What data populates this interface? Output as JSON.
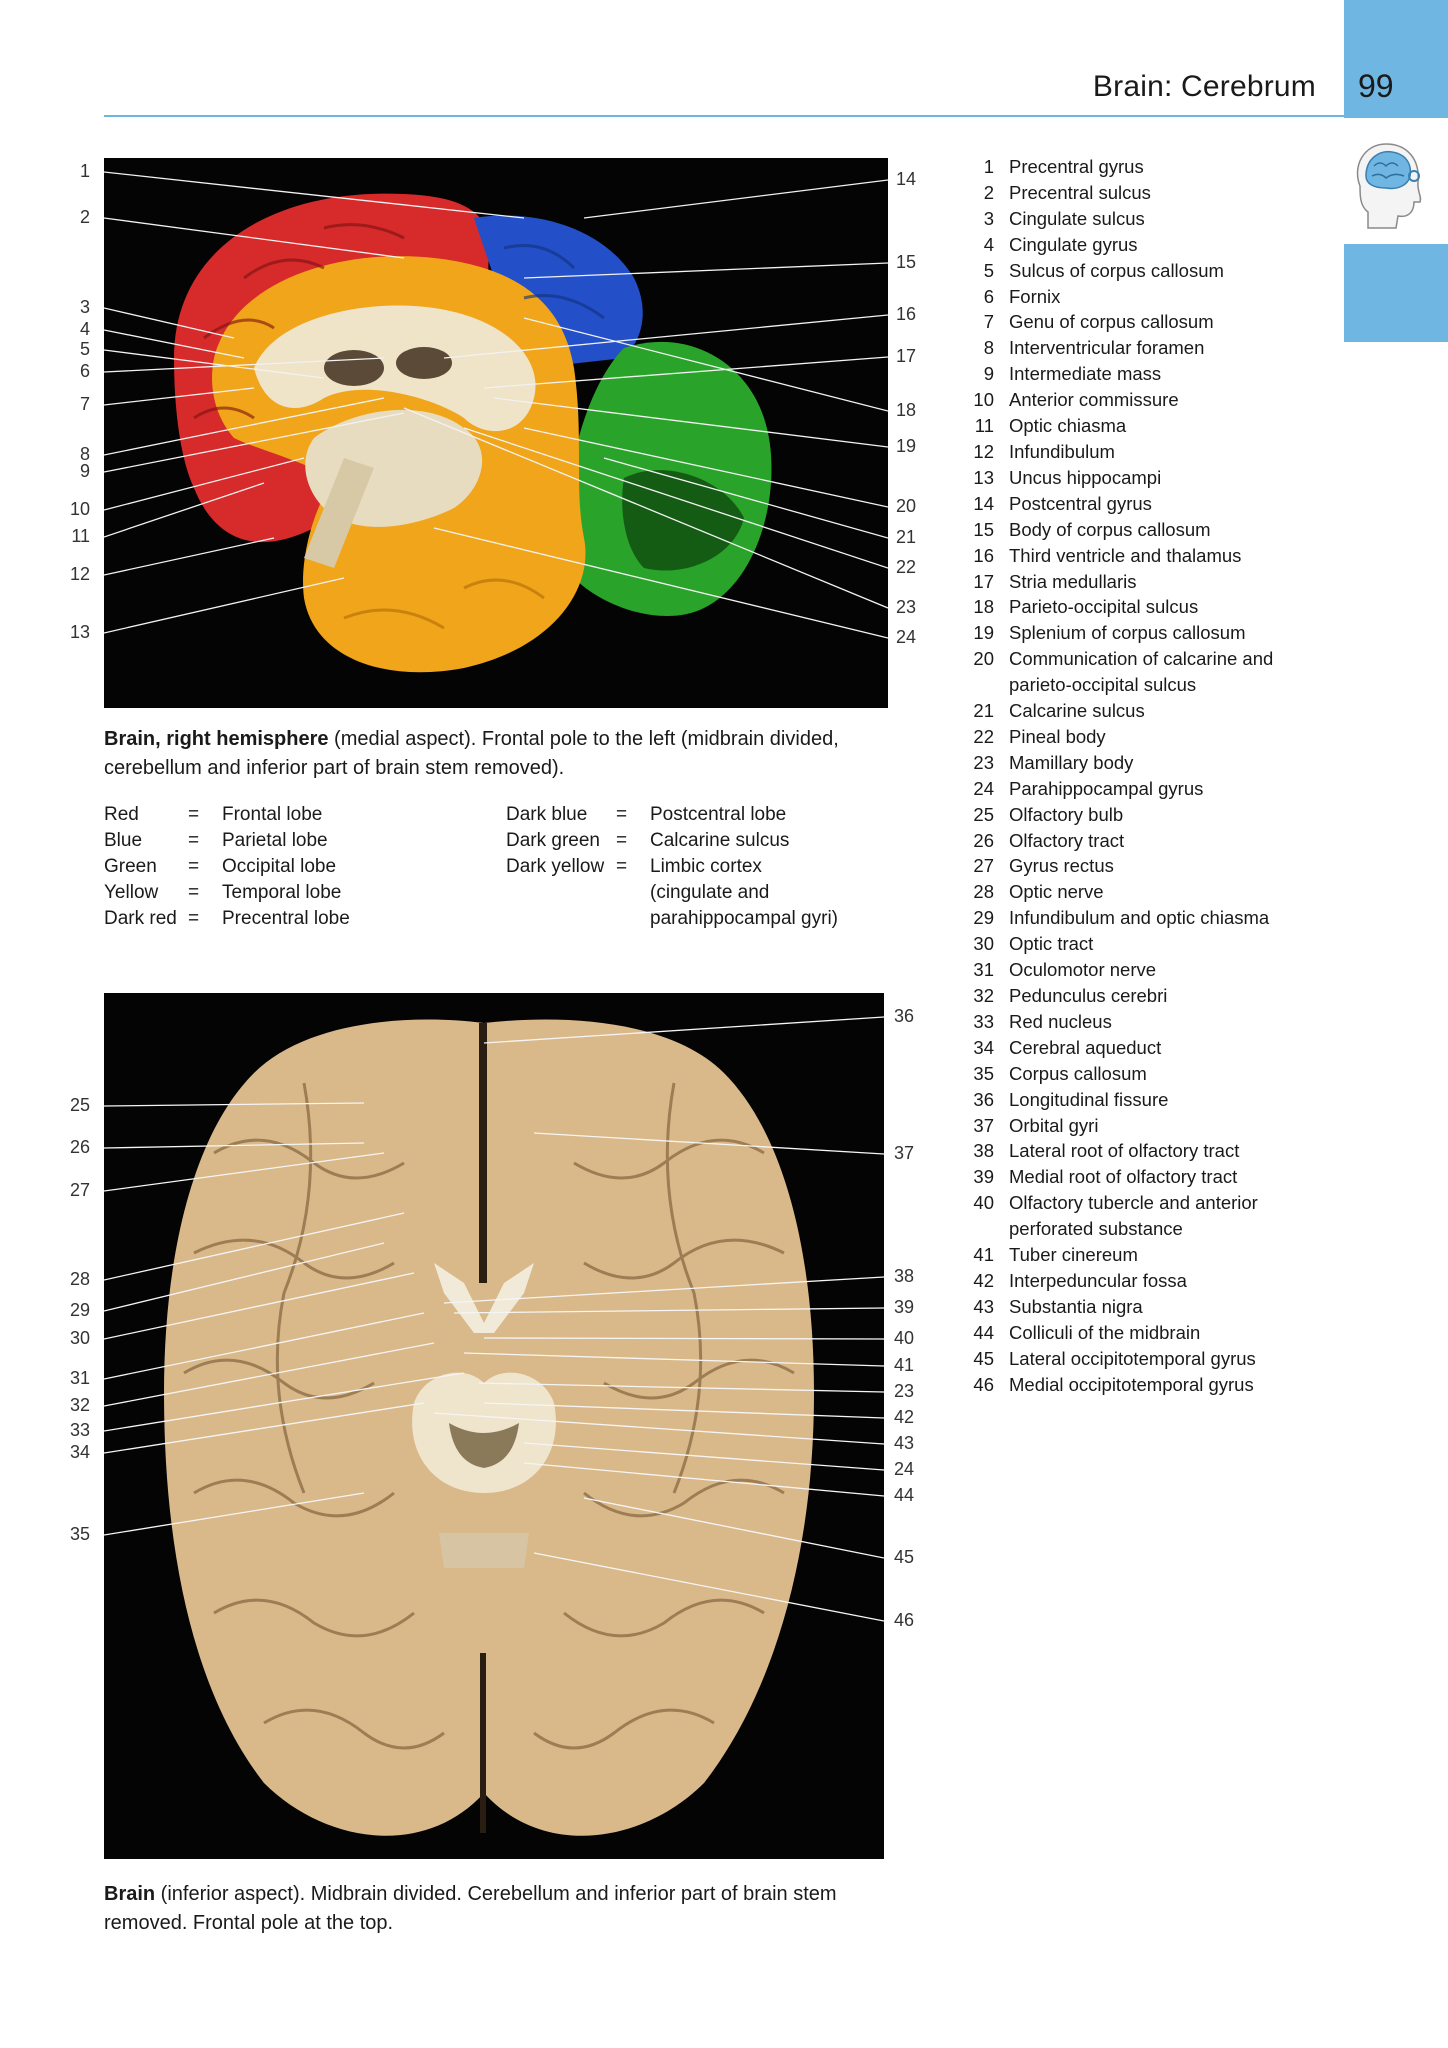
{
  "header": {
    "chapter_title": "Brain: Cerebrum",
    "page_number": "99",
    "accent_color": "#6fb6e3"
  },
  "thumbnail": {
    "icon": "head-brain-icon"
  },
  "figure_medial": {
    "left_labels": [
      "1",
      "2",
      "3",
      "4",
      "5",
      "6",
      "7",
      "8",
      "9",
      "10",
      "11",
      "12",
      "13"
    ],
    "right_labels": [
      "14",
      "15",
      "16",
      "17",
      "18",
      "19",
      "20",
      "21",
      "22",
      "23",
      "24"
    ],
    "caption_bold": "Brain, right hemisphere",
    "caption_rest": " (medial aspect). Frontal pole to the left (midbrain divided, cerebellum and inferior part of brain stem removed).",
    "colors": {
      "frontal": "#d72a2a",
      "parietal": "#2350c8",
      "occipital": "#29a329",
      "temporal": "#f0a51a"
    }
  },
  "legend": {
    "left": [
      {
        "key": "Red",
        "eq": "=",
        "value": "Frontal lobe"
      },
      {
        "key": "Blue",
        "eq": "=",
        "value": "Parietal lobe"
      },
      {
        "key": "Green",
        "eq": "=",
        "value": "Occipital lobe"
      },
      {
        "key": "Yellow",
        "eq": "=",
        "value": "Temporal lobe"
      },
      {
        "key": "Dark red",
        "eq": "=",
        "value": "Precentral lobe"
      }
    ],
    "right": [
      {
        "key": "Dark blue",
        "eq": "=",
        "value": "Postcentral lobe"
      },
      {
        "key": "Dark green",
        "eq": "=",
        "value": "Calcarine sulcus"
      },
      {
        "key": "Dark yellow",
        "eq": "=",
        "value": "Limbic cortex"
      },
      {
        "key": "",
        "eq": "",
        "value": "(cingulate and"
      },
      {
        "key": "",
        "eq": "",
        "value": "parahippocampal gyri)"
      }
    ]
  },
  "figure_inferior": {
    "left_labels": [
      "25",
      "26",
      "27",
      "28",
      "29",
      "30",
      "31",
      "32",
      "33",
      "34",
      "35"
    ],
    "right_labels": [
      "36",
      "37",
      "38",
      "39",
      "40",
      "41",
      "23",
      "42",
      "43",
      "24",
      "44",
      "45",
      "46"
    ],
    "caption_bold": "Brain",
    "caption_rest": " (inferior aspect). Midbrain divided. Cerebellum and inferior part of brain stem removed. Frontal pole at the top."
  },
  "index": [
    {
      "n": "1",
      "t": "Precentral gyrus"
    },
    {
      "n": "2",
      "t": "Precentral sulcus"
    },
    {
      "n": "3",
      "t": "Cingulate sulcus"
    },
    {
      "n": "4",
      "t": "Cingulate gyrus"
    },
    {
      "n": "5",
      "t": "Sulcus of corpus callosum"
    },
    {
      "n": "6",
      "t": "Fornix"
    },
    {
      "n": "7",
      "t": "Genu of corpus callosum"
    },
    {
      "n": "8",
      "t": "Interventricular foramen"
    },
    {
      "n": "9",
      "t": "Intermediate mass"
    },
    {
      "n": "10",
      "t": "Anterior commissure"
    },
    {
      "n": "11",
      "t": "Optic chiasma"
    },
    {
      "n": "12",
      "t": "Infundibulum"
    },
    {
      "n": "13",
      "t": "Uncus hippocampi"
    },
    {
      "n": "14",
      "t": "Postcentral gyrus"
    },
    {
      "n": "15",
      "t": "Body of corpus callosum"
    },
    {
      "n": "16",
      "t": "Third ventricle and thalamus"
    },
    {
      "n": "17",
      "t": "Stria medullaris"
    },
    {
      "n": "18",
      "t": "Parieto-occipital sulcus"
    },
    {
      "n": "19",
      "t": "Splenium of corpus callosum"
    },
    {
      "n": "20",
      "t": "Communication of calcarine and parieto-occipital sulcus"
    },
    {
      "n": "21",
      "t": "Calcarine sulcus"
    },
    {
      "n": "22",
      "t": "Pineal body"
    },
    {
      "n": "23",
      "t": "Mamillary body"
    },
    {
      "n": "24",
      "t": "Parahippocampal gyrus"
    },
    {
      "n": "25",
      "t": "Olfactory bulb"
    },
    {
      "n": "26",
      "t": "Olfactory tract"
    },
    {
      "n": "27",
      "t": "Gyrus rectus"
    },
    {
      "n": "28",
      "t": "Optic nerve"
    },
    {
      "n": "29",
      "t": "Infundibulum and optic chiasma"
    },
    {
      "n": "30",
      "t": "Optic tract"
    },
    {
      "n": "31",
      "t": "Oculomotor nerve"
    },
    {
      "n": "32",
      "t": "Pedunculus cerebri"
    },
    {
      "n": "33",
      "t": "Red nucleus"
    },
    {
      "n": "34",
      "t": "Cerebral aqueduct"
    },
    {
      "n": "35",
      "t": "Corpus callosum"
    },
    {
      "n": "36",
      "t": "Longitudinal fissure"
    },
    {
      "n": "37",
      "t": "Orbital gyri"
    },
    {
      "n": "38",
      "t": "Lateral root of olfactory tract"
    },
    {
      "n": "39",
      "t": "Medial root of olfactory tract"
    },
    {
      "n": "40",
      "t": "Olfactory tubercle and anterior perforated substance"
    },
    {
      "n": "41",
      "t": "Tuber cinereum"
    },
    {
      "n": "42",
      "t": "Interpeduncular fossa"
    },
    {
      "n": "43",
      "t": "Substantia nigra"
    },
    {
      "n": "44",
      "t": "Colliculi of the midbrain"
    },
    {
      "n": "45",
      "t": "Lateral occipitotemporal gyrus"
    },
    {
      "n": "46",
      "t": "Medial occipitotemporal gyrus"
    }
  ]
}
